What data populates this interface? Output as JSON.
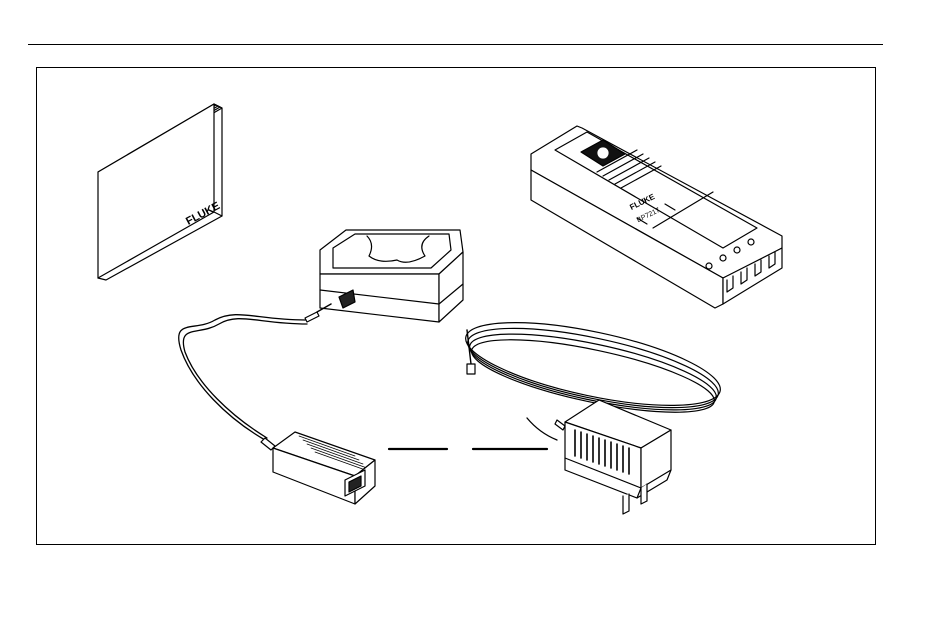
{
  "figure": {
    "manual_brand": "FLUKE",
    "battery_brand": "FLUKE",
    "battery_model": "BP7217",
    "items": [
      {
        "icon": "manual-book-icon"
      },
      {
        "icon": "battery-pack-icon"
      },
      {
        "icon": "charger-base-icon"
      },
      {
        "icon": "universal-power-adapter-icon"
      },
      {
        "icon": "wall-plug-adapter-icon"
      }
    ]
  }
}
